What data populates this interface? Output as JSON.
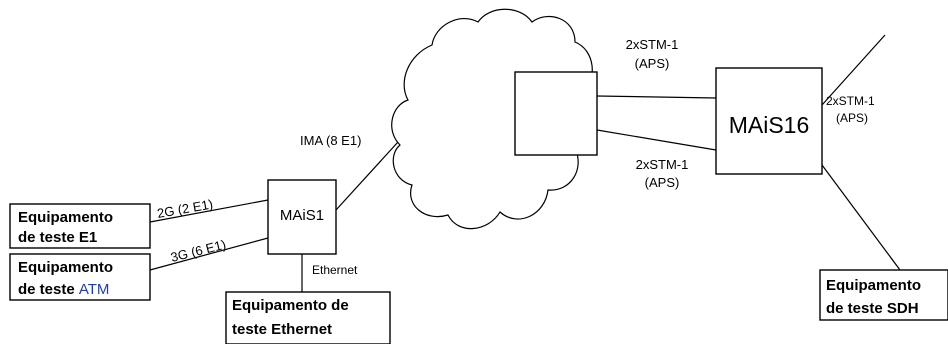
{
  "nodes": {
    "mais1": "MAiS1",
    "mais16": "MAiS16",
    "equip_e1": {
      "line1": "Equipamento",
      "line2": "de teste E1"
    },
    "equip_atm": {
      "line1": "Equipamento",
      "line2_prefix": "de teste ",
      "line2_suffix": "ATM"
    },
    "equip_ethernet": {
      "line1": "Equipamento de",
      "line2": "teste Ethernet"
    },
    "equip_sdh": {
      "line1": "Equipamento",
      "line2": "de teste SDH"
    }
  },
  "links": {
    "ima": "IMA (8 E1)",
    "e1_2g": "2G (2 E1)",
    "atm_3g": "3G (6 E1)",
    "ethernet": "Ethernet",
    "stm_top": {
      "line1": "2xSTM-1",
      "line2": "(APS)"
    },
    "stm_bottom": {
      "line1": "2xSTM-1",
      "line2": "(APS)"
    },
    "stm_right": {
      "line1": "2xSTM-1",
      "line2": "(APS)"
    }
  },
  "colors": {
    "atm_label": "#1f3fa8"
  }
}
